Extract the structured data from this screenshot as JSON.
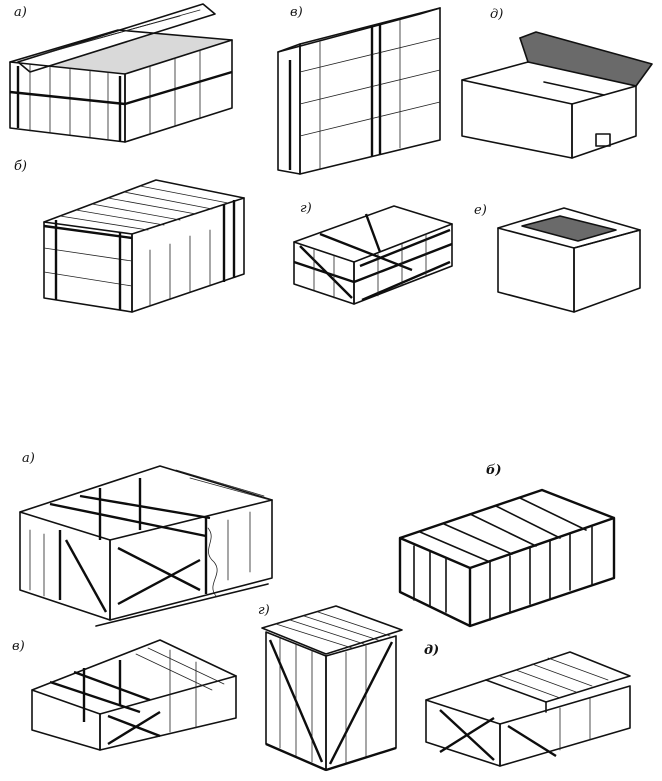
{
  "figure": {
    "top_labels": {
      "a": "а)",
      "b": "б)",
      "v": "в)",
      "g": "г)",
      "d": "д)",
      "e": "е)"
    },
    "bottom_labels": {
      "a": "а)",
      "b": "б)",
      "v": "в)",
      "g": "г)",
      "d": "д)"
    }
  }
}
